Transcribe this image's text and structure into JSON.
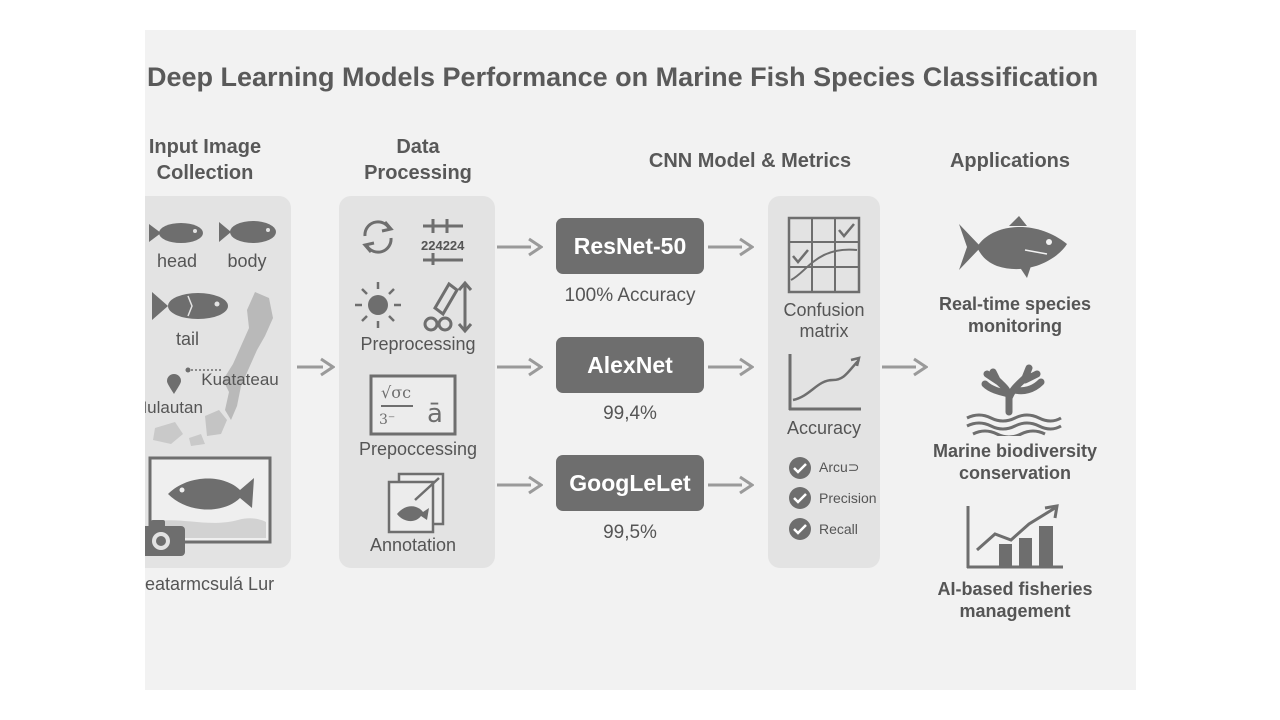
{
  "title": "Deep Learning Models Performance on Marine Fish Species Classification",
  "columns": {
    "input": {
      "heading_line1": "Input Image",
      "heading_line2": "Collection"
    },
    "processing": {
      "heading_line1": "Data",
      "heading_line2": "Processing"
    },
    "models": {
      "heading": "CNN Model & Metrics"
    },
    "applications": {
      "heading": "Applications"
    }
  },
  "input_panel": {
    "fish_parts": [
      "head",
      "body",
      "tail"
    ],
    "map_label_east": "Kuatateau",
    "map_label_west": "Mulautan",
    "caption": "aeatarmcsulá Lur"
  },
  "processing_panel": {
    "resize_text": "224224",
    "step1": "Preprocessing",
    "step2": "Prepoccessing",
    "step3": "Annotation"
  },
  "models": [
    {
      "name": "ResNet-50",
      "accuracy": "100% Accuracy"
    },
    {
      "name": "AlexNet",
      "accuracy": "99,4%"
    },
    {
      "name": "GoogLeLet",
      "accuracy": "99,5%"
    }
  ],
  "metrics_panel": {
    "confusion_line1": "Confusion",
    "confusion_line2": "matrix",
    "accuracy": "Accuracy",
    "checks": [
      "Arcu⊃",
      "Precision",
      "Recall"
    ]
  },
  "applications": [
    {
      "line1": "Real-time species",
      "line2": "monitoring"
    },
    {
      "line1": "Marine biodiversity",
      "line2": "conservation"
    },
    {
      "line1": "AI-based fisheries",
      "line2": "management"
    }
  ],
  "colors": {
    "dark_gray": "#6e6e6e",
    "panel": "#e3e3e3",
    "background": "#f2f2f2",
    "arrow": "#9a9a9a"
  }
}
